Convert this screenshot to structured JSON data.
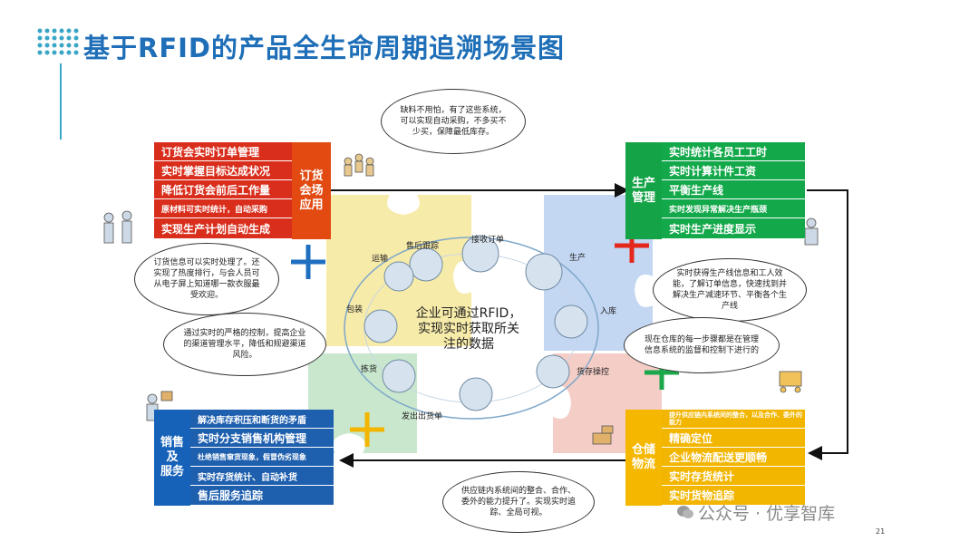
{
  "title": "基于RFID的产品全生命周期追溯场景图",
  "panels": {
    "red": {
      "title": "订货\n会场\n应用",
      "rows": [
        "订货会实时订单管理",
        "实时掌握目标达成状况",
        "降低订货会前后工作量",
        "原材料可实时统计，自动采购",
        "实现生产计划自动生成"
      ]
    },
    "green": {
      "title": "生产\n管理",
      "rows": [
        "实时统计各员工工时",
        "实时计算计件工资",
        "平衡生产线",
        "实时发现异常解决生产瓶颈",
        "实时生产进度显示"
      ]
    },
    "blue": {
      "title": "销售\n及\n服务",
      "rows": [
        "解决库存积压和断货的矛盾",
        "实时分支销售机构管理",
        "杜绝销售窜货现象，假冒伪劣现象",
        "实时存货统计、自动补货",
        "售后服务追踪"
      ]
    },
    "yellow": {
      "title": "仓储\n物流",
      "rows": [
        "提升供应链内系统间的整合，以及合作、委外的能力",
        "精确定位",
        "企业物流配送更顺畅",
        "实时存货统计",
        "实时货物追踪"
      ]
    }
  },
  "bubbles": {
    "top": "缺料不用怕，有了这些系统，可以实现自动采购，不多买不少买，保障最低库存。",
    "left": "订货信息可以实时处理了。还实现了热度排行，与会人员可从电子屏上知道哪一款衣服最受欢迎。",
    "right_top": "实时获得生产线信息和工人效能，了解订单信息，快速找到并解决生产减速环节、平衡各个生产线",
    "right_mid": "现在仓库的每一步骤都是在管理信息系统的监督和控制下进行的",
    "left_mid": "通过实时的严格的控制，提高企业的渠道管理水平，降低和规避渠道风险。",
    "bottom": "供应链内系统间的整合、合作、委外的能力提升了。实现实时追踪、全局可视。"
  },
  "cycle_labels": [
    "售后跟踪",
    "接收订单",
    "生产",
    "入库",
    "货存操控",
    "发出出货单",
    "拣货",
    "包装",
    "运输"
  ],
  "center_text": "企业可通过RFID，\n实现实时获取所关\n注的数据",
  "watermark": "公众号 · 优享智库",
  "page_number": "21",
  "colors": {
    "title": "#1f6fb8",
    "red": "#d92e1c",
    "green": "#13a84a",
    "blue": "#1e5fae",
    "yellow": "#f2b500",
    "puzzle_yellow": "#f6e79a",
    "puzzle_blue": "#b9cff0",
    "puzzle_green": "#bfe3c4",
    "puzzle_red": "#f3c4bd"
  }
}
